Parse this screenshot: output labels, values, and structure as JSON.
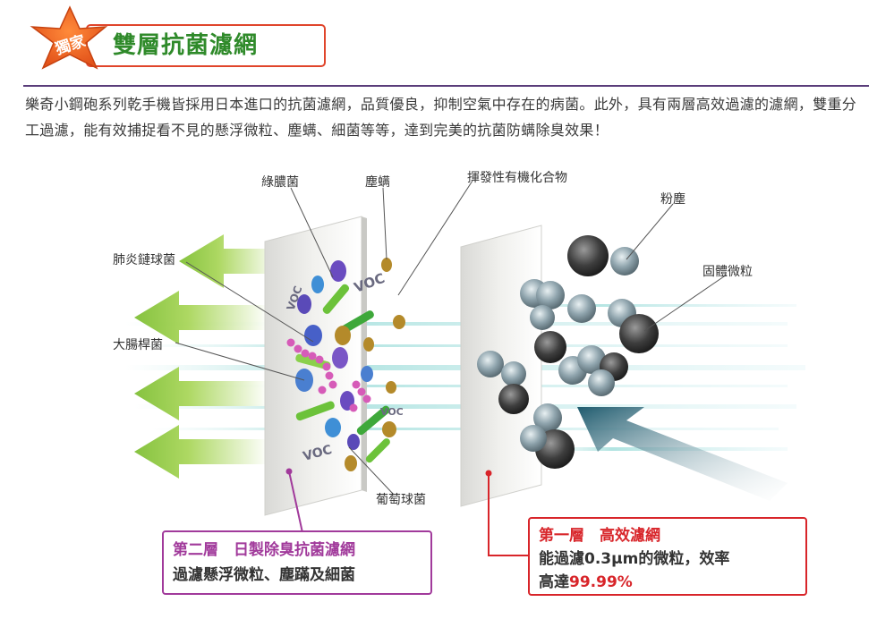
{
  "header": {
    "badge": "獨家",
    "title": "雙層抗菌濾網"
  },
  "intro": {
    "text": "樂奇小鋼砲系列乾手機皆採用日本進口的抗菌濾網，品質優良，抑制空氣中存在的病菌。此外，具有兩層高效過濾的濾網，雙重分工過濾，能有效捕捉看不見的懸浮微粒、塵螨、細菌等等，達到完美的抗菌防螨除臭效果！"
  },
  "diagram": {
    "labels": {
      "pseudomonas": "綠膿菌",
      "dust_mite": "塵螨",
      "voc": "揮發性有機化合物",
      "pollen_dust": "粉塵",
      "pneumococcus": "肺炎鏈球菌",
      "solid_particles": "固體微粒",
      "ecoli": "大腸桿菌",
      "staph": "葡萄球菌",
      "voc_tag": "VOC"
    },
    "layer2": {
      "heading": "第二層　日製除臭抗菌濾網",
      "body": "過濾懸浮微粒、塵蹣及細菌"
    },
    "layer1": {
      "heading": "第一層　高效濾網",
      "body": "能過濾0.3μm的微粒，效率",
      "body2_prefix": "高達",
      "body2_pct": "99.99%"
    },
    "colors": {
      "green_arrow": "#8bc53f",
      "layer2_accent": "#a13a9b",
      "layer1_accent": "#d8252a",
      "flow_arrow": "#1f5b6e"
    }
  }
}
